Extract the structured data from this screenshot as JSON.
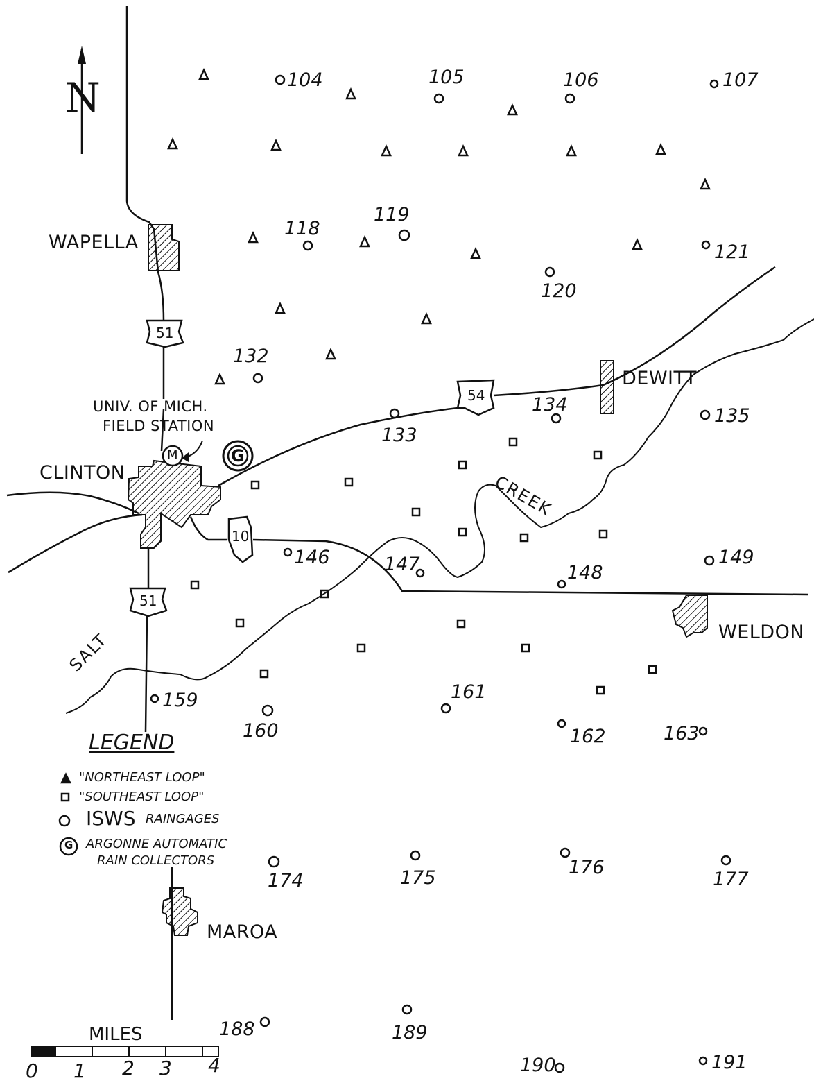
{
  "north_label": "N",
  "towns": {
    "wapella": "WAPELLA",
    "clinton": "CLINTON",
    "dewitt": "DEWITT",
    "weldon": "WELDON",
    "maroa": "MAROA"
  },
  "station_label_line1": "UNIV. OF MICH.",
  "station_label_line2": "FIELD STATION",
  "station_marker": "M",
  "argonne_marker": "G",
  "routes": {
    "us51_top": "51",
    "us51_bottom": "51",
    "route54": "54",
    "route10": "10"
  },
  "rivers": {
    "salt": "SALT",
    "creek": "CREEK"
  },
  "raingages": [
    "104",
    "105",
    "106",
    "107",
    "118",
    "119",
    "120",
    "121",
    "132",
    "133",
    "134",
    "135",
    "146",
    "147",
    "148",
    "149",
    "159",
    "160",
    "161",
    "162",
    "163",
    "174",
    "175",
    "176",
    "177",
    "188",
    "189",
    "190",
    "191"
  ],
  "legend": {
    "title": "LEGEND",
    "northeast": "\"NORTHEAST LOOP\"",
    "southeast": "\"SOUTHEAST LOOP\"",
    "isws_big": "ISWS",
    "isws_small": "RAINGAGES",
    "argonne_line1": "ARGONNE AUTOMATIC",
    "argonne_line2": "RAIN COLLECTORS"
  },
  "scale": {
    "title": "MILES",
    "ticks": [
      "0",
      "1",
      "2",
      "3",
      "4"
    ]
  }
}
